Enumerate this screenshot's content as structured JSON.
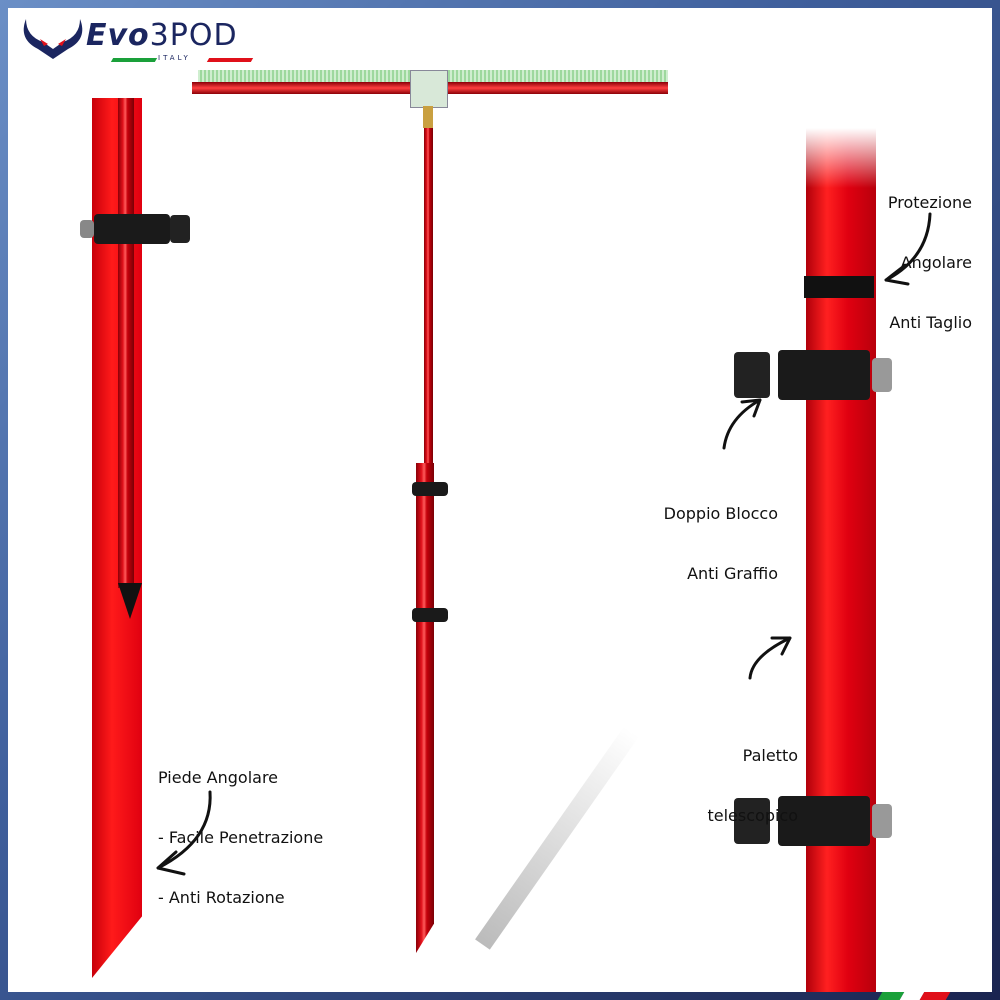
{
  "brand": {
    "name_part1": "Evo",
    "name_part2": "3POD",
    "subtitle": "ITALY",
    "colors": {
      "navy": "#1b2660",
      "red": "#e0101a",
      "green": "#1aa03a"
    }
  },
  "labels": {
    "protezione": [
      "Protezione",
      "Angolare",
      "Anti Taglio"
    ],
    "doppio_blocco": [
      "Doppio Blocco",
      "Anti Graffio"
    ],
    "paletto": [
      "Paletto",
      "telescopico"
    ],
    "piede": [
      "Piede Angolare",
      "- Facile Penetrazione",
      "- Anti Rotazione"
    ]
  }
}
